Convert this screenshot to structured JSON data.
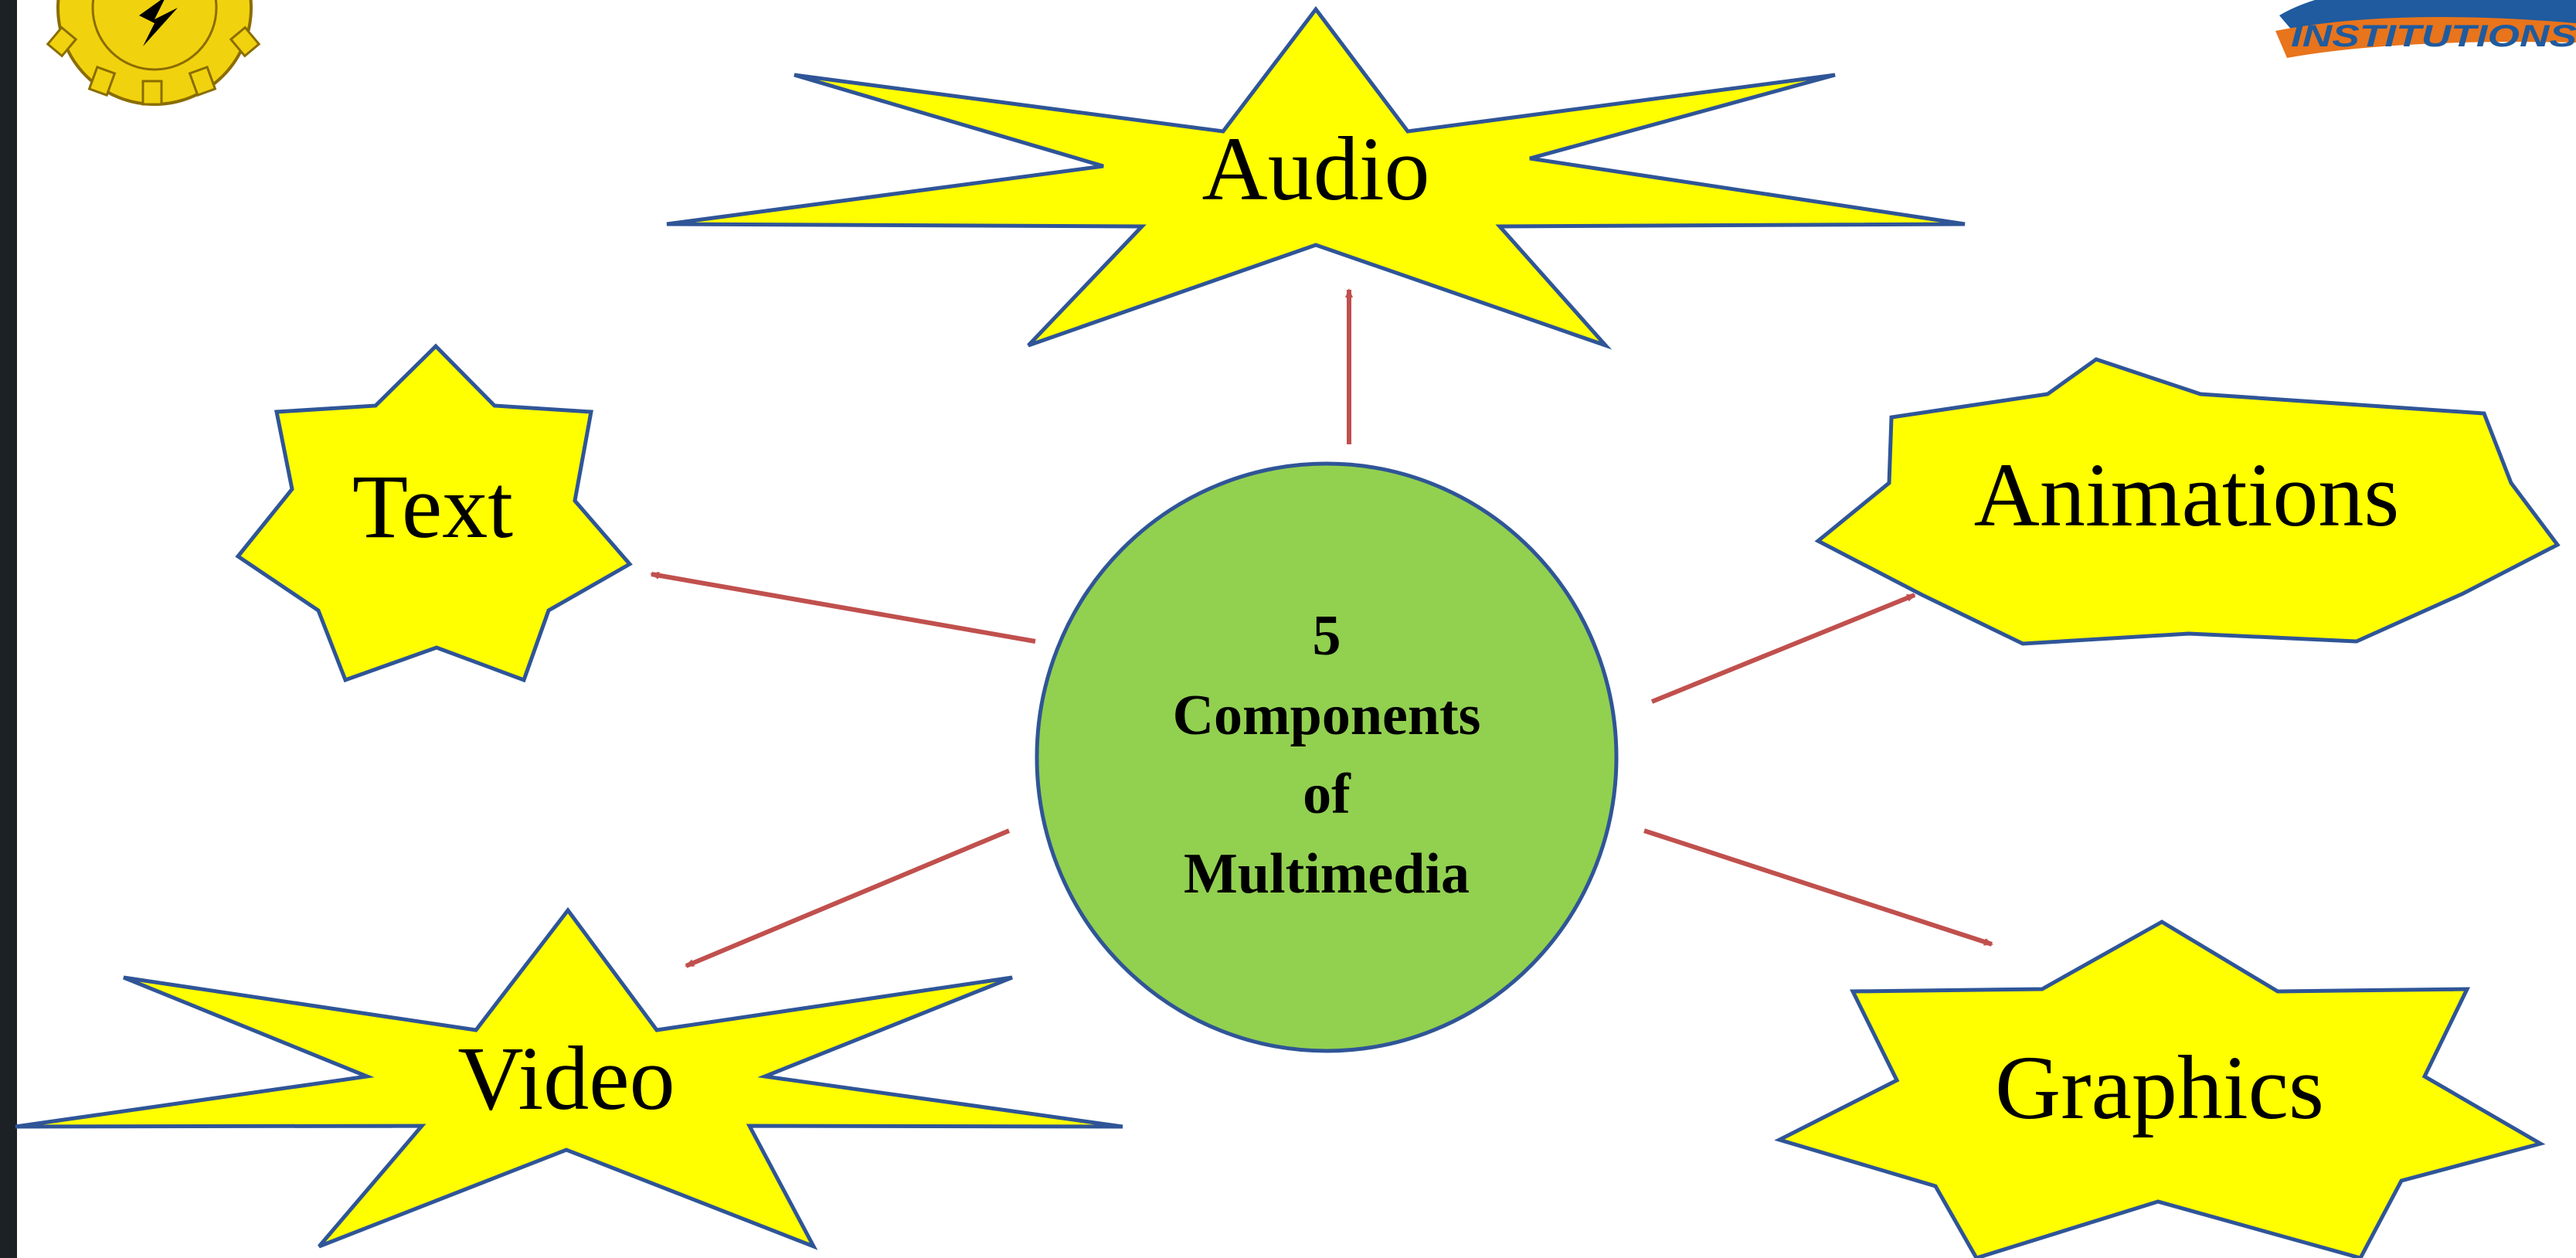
{
  "slide": {
    "background": "#ffffff",
    "left_bar_color": "#1c2126"
  },
  "logos": {
    "left_logo": {
      "name": "gear-emblem-logo",
      "color": "#f1d20f"
    },
    "right_logo": {
      "name": "institution-logo",
      "text": "INSTITUTIONS",
      "colors": [
        "#1f5b9e",
        "#e8741c"
      ]
    }
  },
  "center": {
    "lines": [
      "5",
      "Components",
      "of",
      "Multimedia"
    ],
    "fill": "#92d050",
    "stroke": "#2f5597"
  },
  "nodes": {
    "audio": {
      "label": "Audio"
    },
    "text": {
      "label": "Text"
    },
    "animations": {
      "label": "Animations"
    },
    "video": {
      "label": "Video"
    },
    "graphics": {
      "label": "Graphics"
    }
  },
  "style": {
    "star_fill": "#ffff00",
    "star_stroke": "#2f5597",
    "arrow_color": "#c0504d"
  }
}
